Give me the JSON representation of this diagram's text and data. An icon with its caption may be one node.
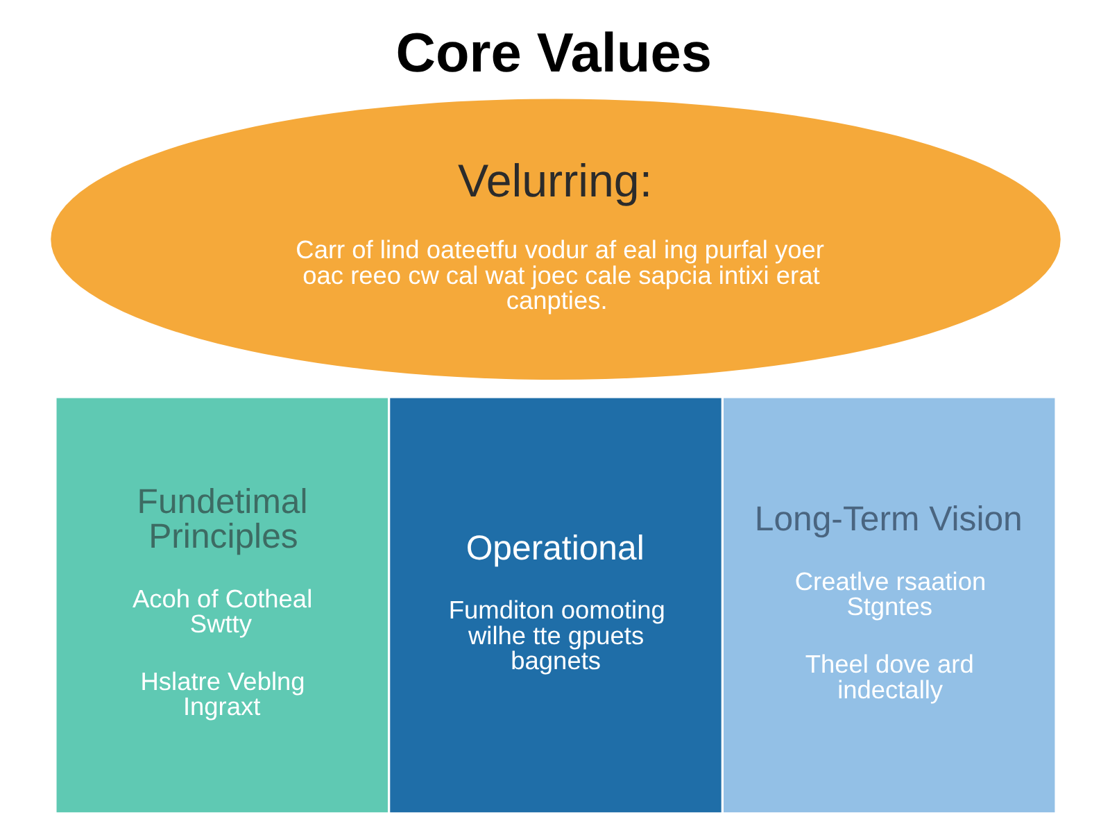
{
  "diagram": {
    "title": "Core Values",
    "nodes": [
      {
        "text": [
          "Velurring:",
          "Carr of lind oateetfu vodur af eal ing purfal yoer oac reeo cw cal wat joec cale sapcia intixi erat canpties."
        ]
      },
      {
        "text": [
          "Fundetimal Principles",
          "Acoh of Cotheal Swtty",
          "Hslatre Veblng Ingraxt"
        ]
      },
      {
        "text": [
          "Operational",
          "Fumditon oomoting wilhe tte gpuets bagnets"
        ]
      },
      {
        "text": [
          "Long-Term Vision",
          "Creatlve rsaation Stgntes",
          "Theel dove ard indectally"
        ]
      }
    ]
  }
}
